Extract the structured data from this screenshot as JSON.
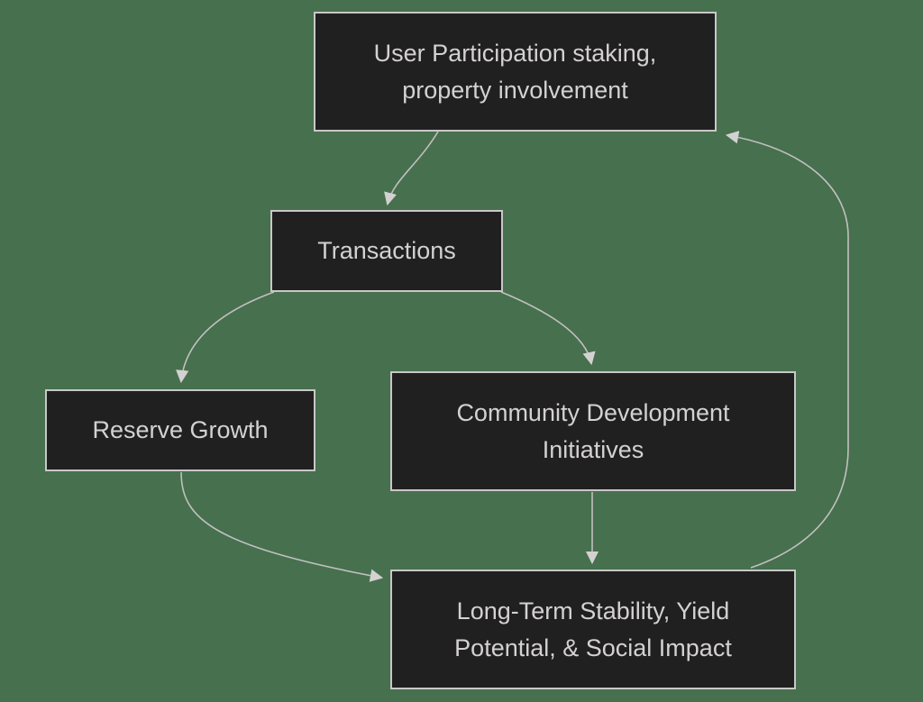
{
  "diagram": {
    "type": "flowchart",
    "colors": {
      "background": "#47704e",
      "node_fill": "#212021",
      "node_border": "#c9c7c7",
      "node_text": "#d3d1d1",
      "edge": "#c2c0c0",
      "arrowhead": "#d3d1d1"
    },
    "nodes": {
      "user_participation": {
        "label": "User Participation staking, property involvement"
      },
      "transactions": {
        "label": "Transactions"
      },
      "reserve_growth": {
        "label": "Reserve Growth"
      },
      "community_development": {
        "label": "Community Development Initiatives"
      },
      "long_term": {
        "label": "Long-Term Stability, Yield Potential, & Social Impact"
      }
    },
    "edges": [
      {
        "from": "user_participation",
        "to": "transactions"
      },
      {
        "from": "transactions",
        "to": "reserve_growth"
      },
      {
        "from": "transactions",
        "to": "community_development"
      },
      {
        "from": "reserve_growth",
        "to": "long_term"
      },
      {
        "from": "community_development",
        "to": "long_term"
      },
      {
        "from": "long_term",
        "to": "user_participation"
      }
    ]
  }
}
